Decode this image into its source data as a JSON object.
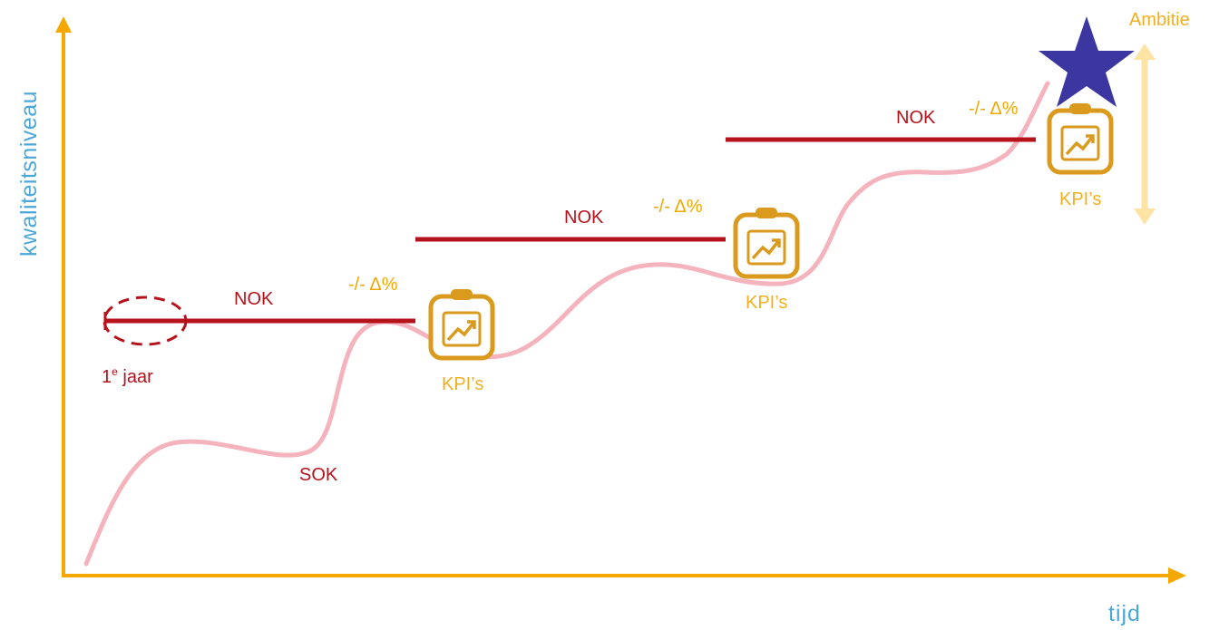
{
  "axes": {
    "y_label": "kwaliteitsniveau",
    "x_label": "tijd"
  },
  "first_year": {
    "number": "1",
    "superscript": "e",
    "text": "jaar"
  },
  "start_label": "SOK",
  "steps": [
    {
      "nok_label": "NOK",
      "delta_label": "-/- Δ%",
      "kpi_label": "KPI’s"
    },
    {
      "nok_label": "NOK",
      "delta_label": "-/- Δ%",
      "kpi_label": "KPI’s"
    },
    {
      "nok_label": "NOK",
      "delta_label": "-/- Δ%",
      "kpi_label": "KPI’s"
    }
  ],
  "ambition_label": "Ambitie",
  "colors": {
    "axis": "#f5a800",
    "nok_line": "#b5121b",
    "curve": "#f4b3bd",
    "kpi_icon": "#d99a1e",
    "ambition_arrow": "#fde3a4",
    "star": "#3c37a0",
    "axis_text": "#4aa7d8"
  },
  "icons": {
    "kpi": "clipboard-trend-icon",
    "ambition": "star-icon"
  }
}
